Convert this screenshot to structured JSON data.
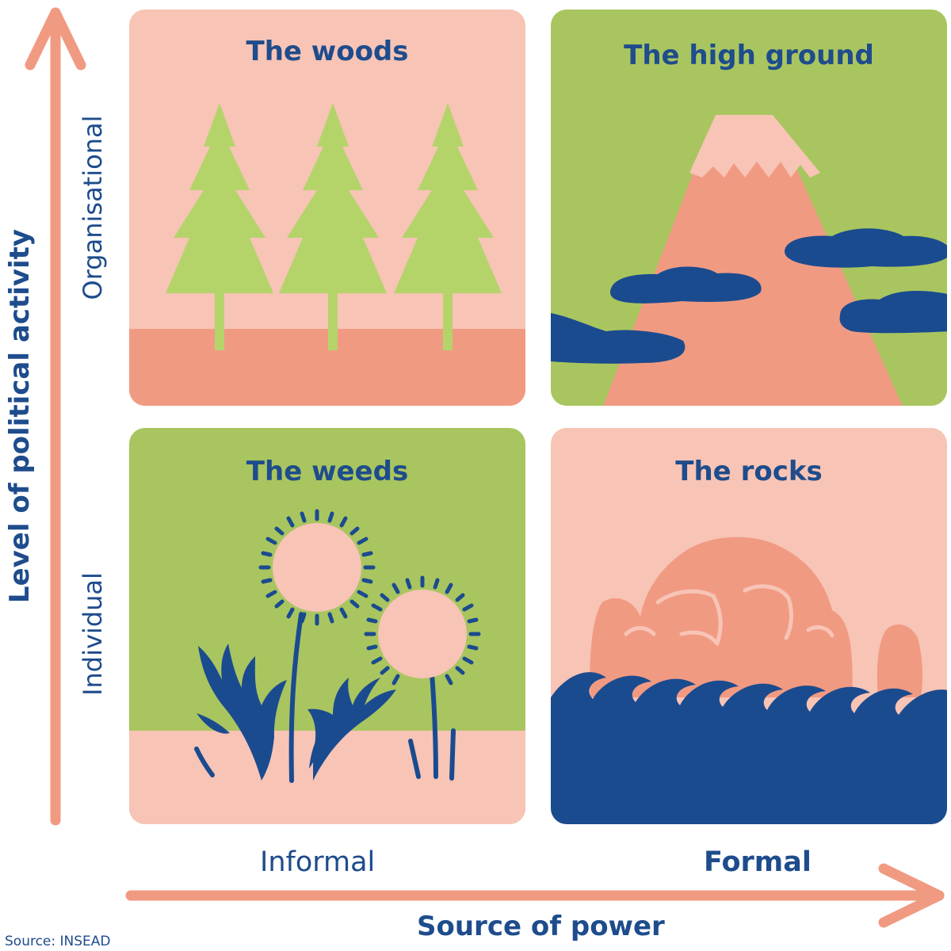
{
  "quadrants": {
    "woods": {
      "title": "The woods"
    },
    "high_ground": {
      "title": "The high ground"
    },
    "weeds": {
      "title": "The weeds"
    },
    "rocks": {
      "title": "The rocks"
    }
  },
  "axes": {
    "y": {
      "title": "Level of political activity",
      "low": "Individual",
      "high": "Organisational"
    },
    "x": {
      "title": "Source of power",
      "low": "Informal",
      "high": "Formal"
    }
  },
  "source": "Source: INSEAD",
  "colors": {
    "pink_light": "#f7c4b6",
    "salmon": "#f19a82",
    "green": "#a9c55f",
    "tree_green": "#b4d46a",
    "navy": "#1b4b8f",
    "text_blue": "#1e4c8c"
  },
  "icons": [
    "tree-icon",
    "mountain-icon",
    "cloud-icon",
    "dandelion-icon",
    "leaf-icon",
    "rock-icon",
    "wave-icon",
    "arrow-icon"
  ]
}
